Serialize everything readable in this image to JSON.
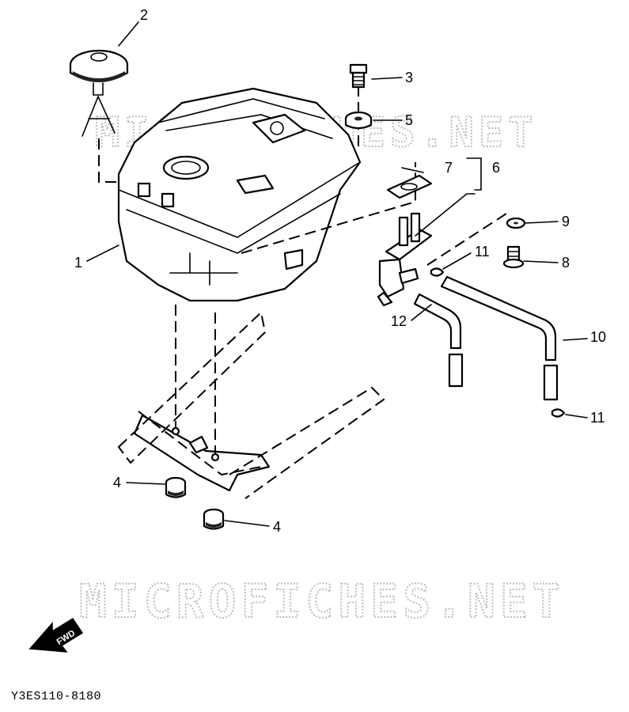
{
  "watermark": {
    "text": "MICROFICHES.NET"
  },
  "drawing_code": "Y3ES110-8180",
  "forward_marker": {
    "label": "FWD"
  },
  "callouts": [
    {
      "id": "c1",
      "label": "1"
    },
    {
      "id": "c2",
      "label": "2"
    },
    {
      "id": "c3",
      "label": "3"
    },
    {
      "id": "c4a",
      "label": "4"
    },
    {
      "id": "c4b",
      "label": "4"
    },
    {
      "id": "c5",
      "label": "5"
    },
    {
      "id": "c6",
      "label": "6"
    },
    {
      "id": "c7",
      "label": "7"
    },
    {
      "id": "c8",
      "label": "8"
    },
    {
      "id": "c9",
      "label": "9"
    },
    {
      "id": "c10",
      "label": "10"
    },
    {
      "id": "c11a",
      "label": "11"
    },
    {
      "id": "c11b",
      "label": "11"
    },
    {
      "id": "c12",
      "label": "12"
    }
  ]
}
